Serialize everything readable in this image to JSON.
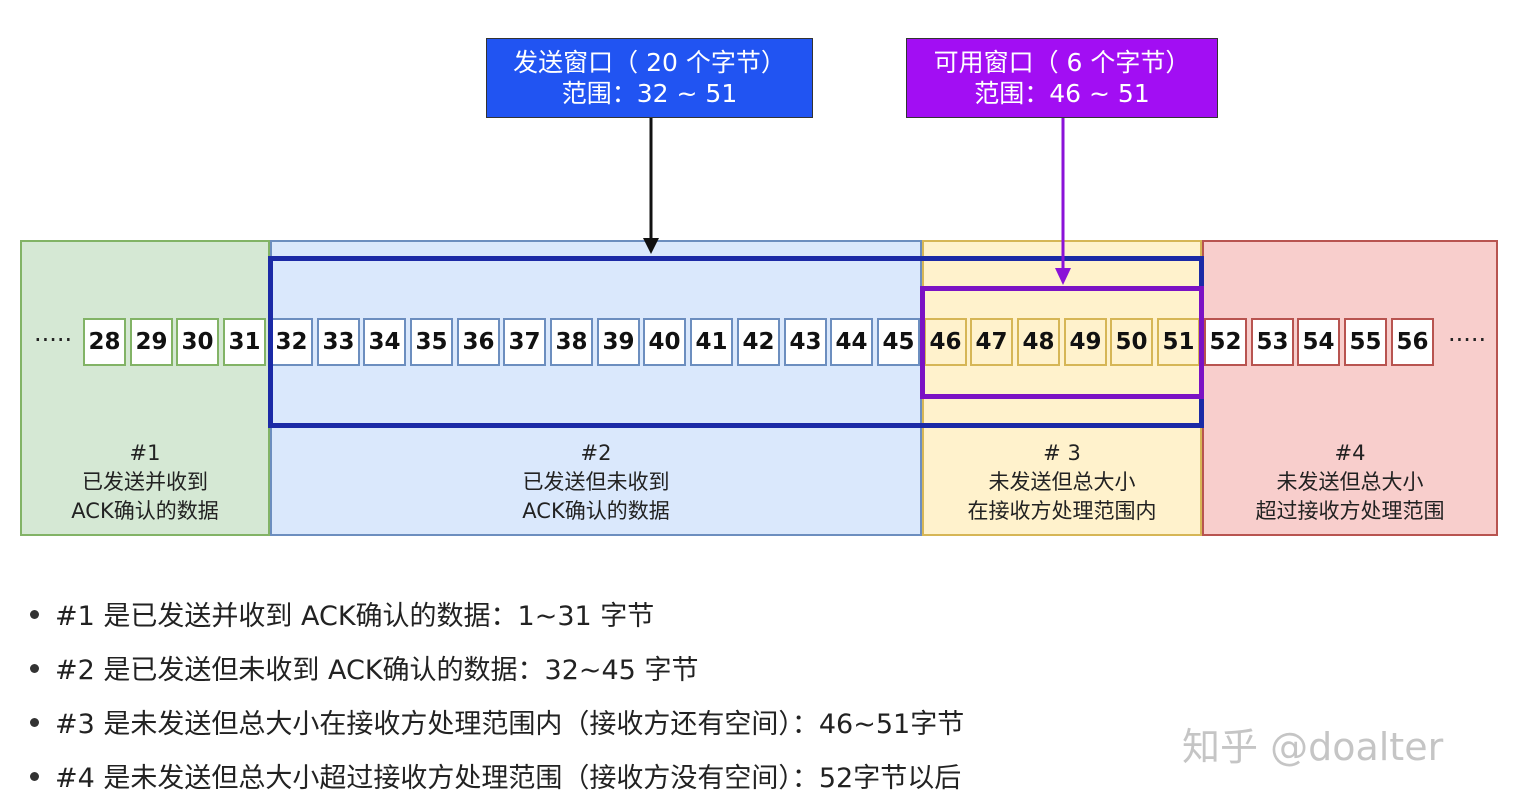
{
  "send_window": {
    "line1": "发送窗口（ 20 个字节）",
    "line2": "范围：32 ~ 51"
  },
  "available_window": {
    "line1": "可用窗口（ 6 个字节）",
    "line2": "范围：46 ~ 51"
  },
  "regions": [
    {
      "id": "#1",
      "line1": "已发送并收到",
      "line2": "ACK确认的数据",
      "color": "#d5e8d4",
      "border": "#82b366"
    },
    {
      "id": "#2",
      "line1": "已发送但未收到",
      "line2": "ACK确认的数据",
      "color": "#dae8fc",
      "border": "#6c8ebf"
    },
    {
      "id": "# 3",
      "line1": "未发送但总大小",
      "line2": "在接收方处理范围内",
      "color": "#fff2cc",
      "border": "#d6b656"
    },
    {
      "id": "#4",
      "line1": "未发送但总大小",
      "line2": "超过接收方处理范围",
      "color": "#f8cecc",
      "border": "#b85450"
    }
  ],
  "bytes": {
    "left_ellipsis": "·····",
    "right_ellipsis": "·····",
    "acked": [
      "28",
      "29",
      "30",
      "31"
    ],
    "sent_unacked": [
      "32",
      "33",
      "34",
      "35",
      "36",
      "37",
      "38",
      "39",
      "40",
      "41",
      "42",
      "43",
      "44",
      "45"
    ],
    "usable": [
      "46",
      "47",
      "48",
      "49",
      "50",
      "51"
    ],
    "not_usable": [
      "52",
      "53",
      "54",
      "55",
      "56"
    ]
  },
  "notes": [
    "#1 是已发送并收到 ACK确认的数据：1~31 字节",
    "#2 是已发送但未收到 ACK确认的数据：32~45 字节",
    "#3 是未发送但总大小在接收方处理范围内（接收方还有空间）：46~51字节",
    "#4 是未发送但总大小超过接收方处理范围（接收方没有空间）：52字节以后"
  ],
  "watermark": "知乎 @doalter",
  "colors": {
    "send_window": "#2154f2",
    "available_window": "#a20ef3",
    "send_frame": "#1b2aa6",
    "avail_frame": "#7b12c4"
  }
}
